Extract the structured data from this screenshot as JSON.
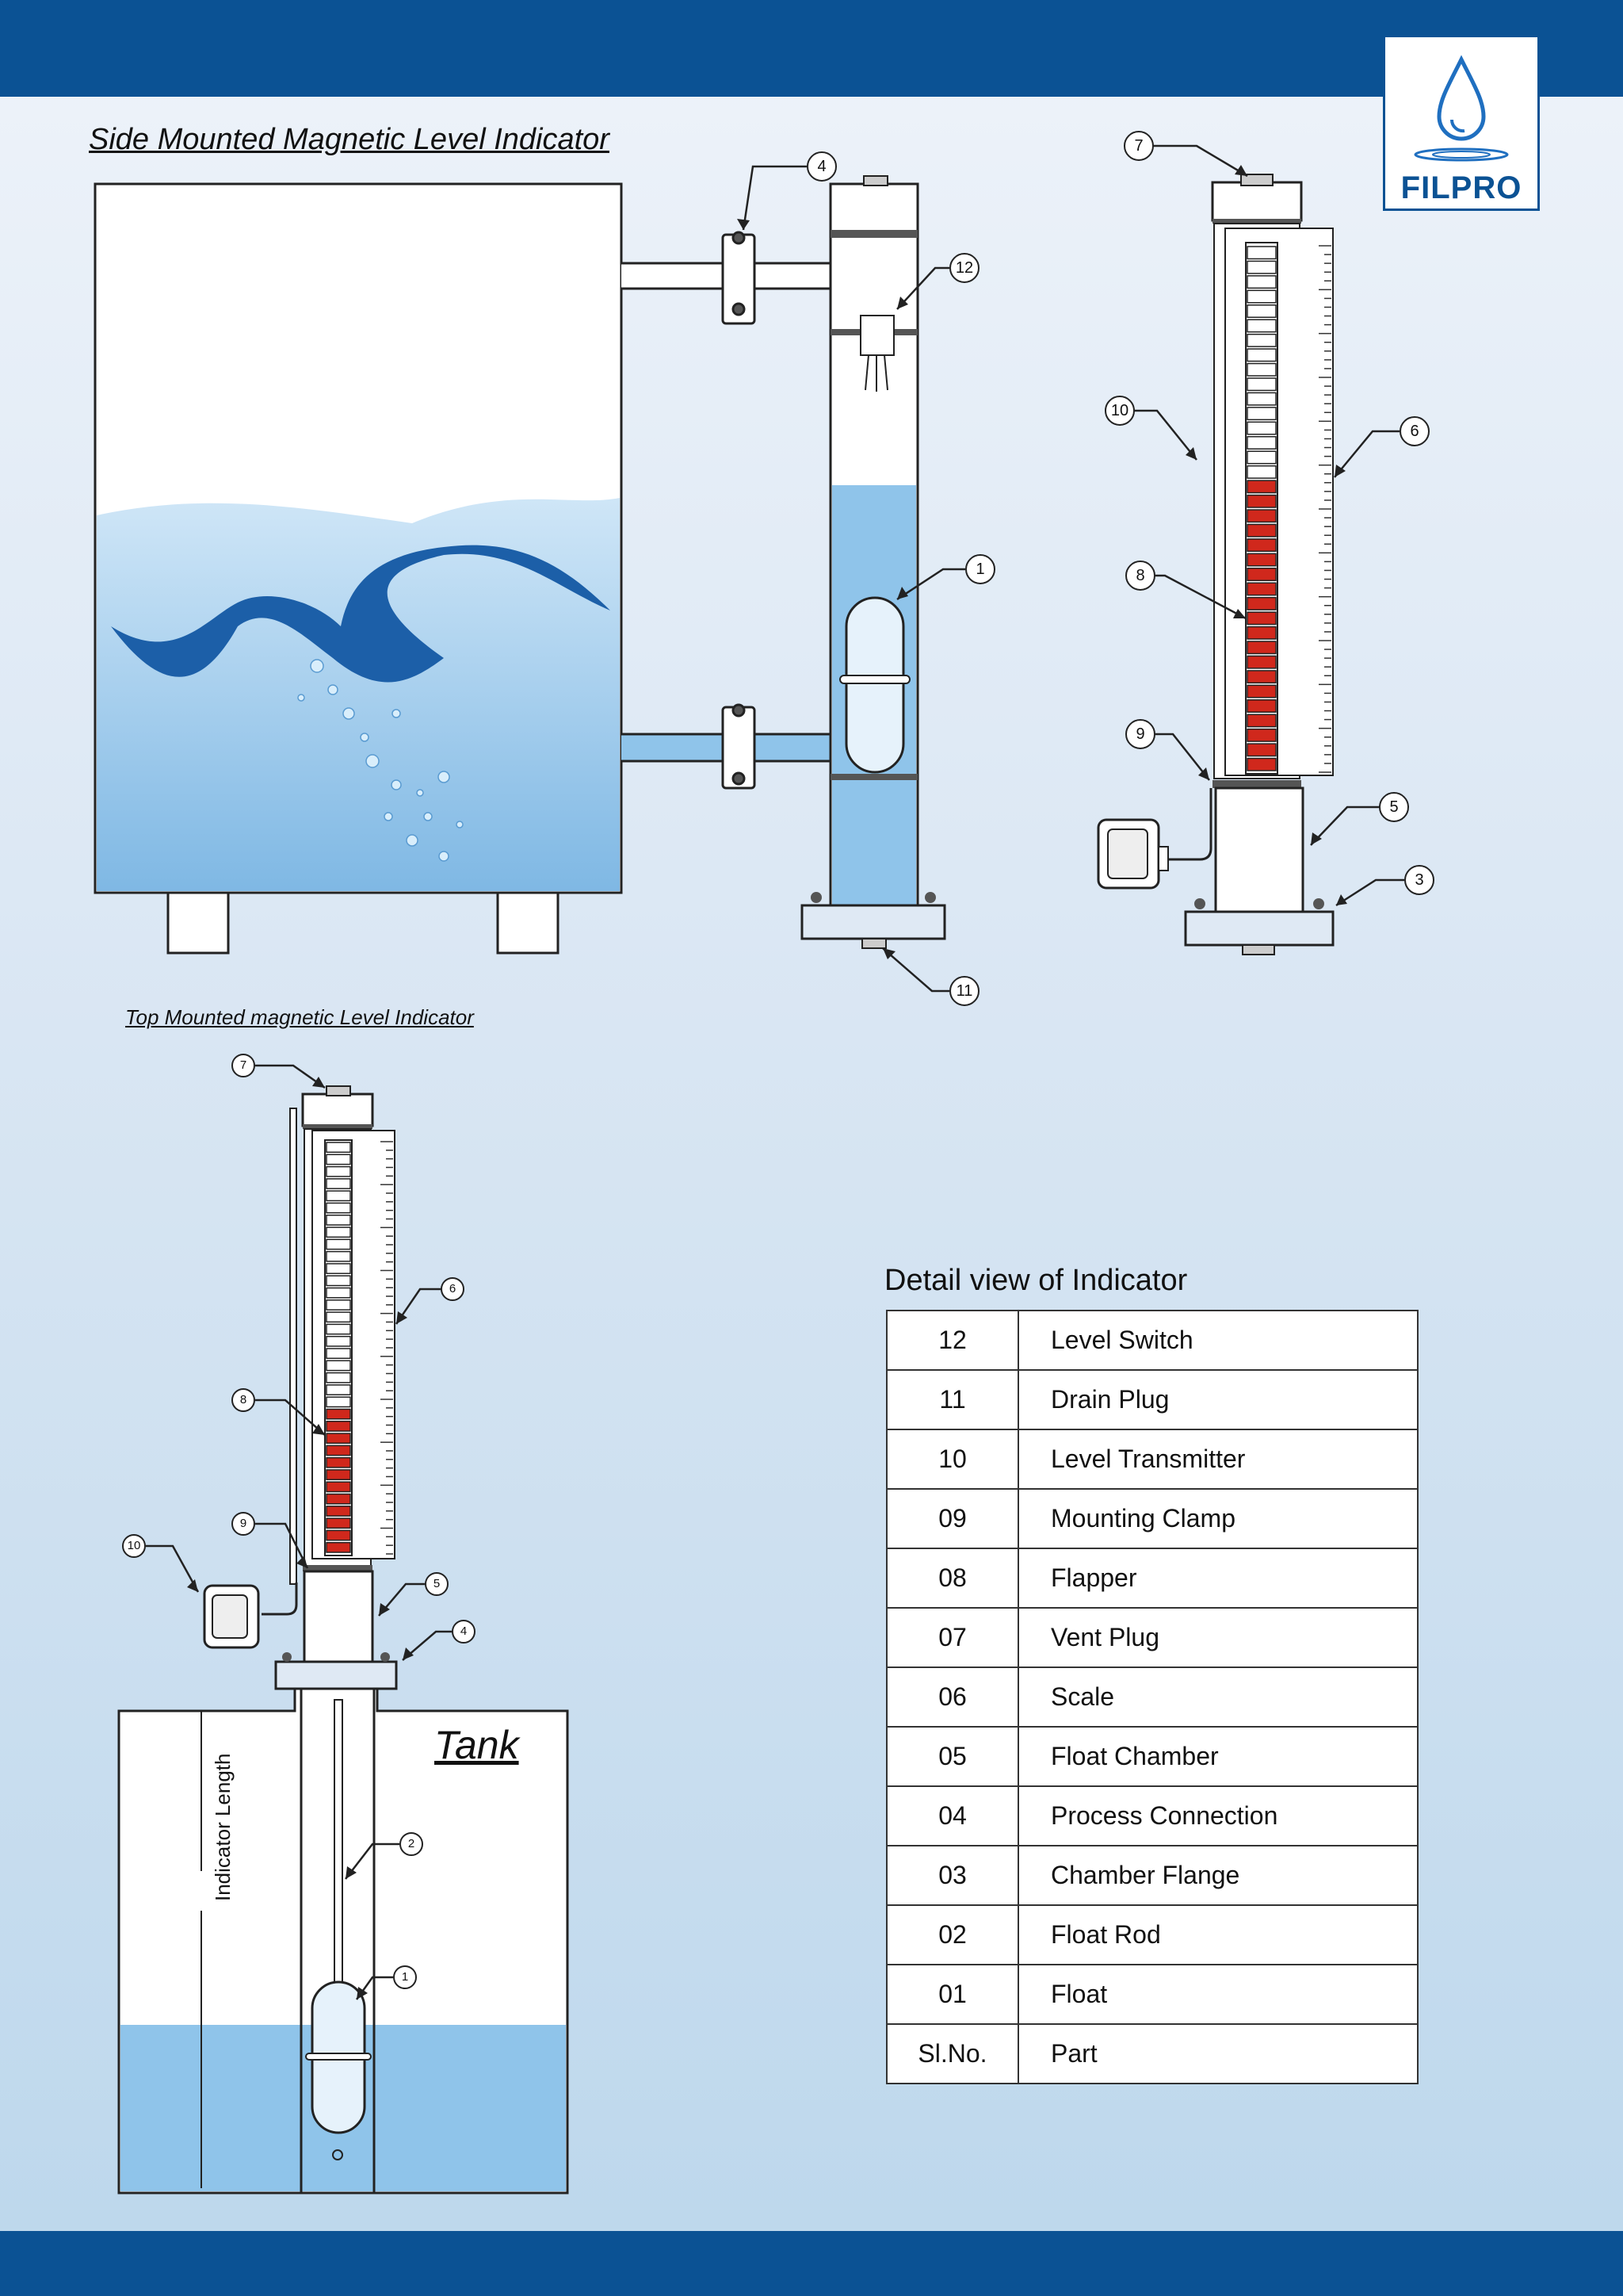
{
  "brand": {
    "logo_text": "FILPRO"
  },
  "titles": {
    "side_mounted": "Side Mounted Magnetic Level Indicator",
    "top_mounted": "Top Mounted magnetic Level Indicator"
  },
  "labels": {
    "tank": "Tank",
    "indicator_length": "Indicator Length"
  },
  "callouts": {
    "side_view": [
      "4",
      "12",
      "1",
      "11"
    ],
    "right_view": [
      "7",
      "10",
      "6",
      "8",
      "9",
      "5",
      "3"
    ],
    "top_view": [
      "7",
      "6",
      "8",
      "9",
      "10",
      "5",
      "4",
      "2",
      "1"
    ]
  },
  "table": {
    "title": "Detail view of Indicator",
    "rows": [
      {
        "no": "12",
        "part": "Level Switch"
      },
      {
        "no": "11",
        "part": "Drain Plug"
      },
      {
        "no": "10",
        "part": "Level Transmitter"
      },
      {
        "no": "09",
        "part": "Mounting Clamp"
      },
      {
        "no": "08",
        "part": "Flapper"
      },
      {
        "no": "07",
        "part": "Vent Plug"
      },
      {
        "no": "06",
        "part": "Scale"
      },
      {
        "no": "05",
        "part": "Float Chamber"
      },
      {
        "no": "04",
        "part": "Process Connection"
      },
      {
        "no": "03",
        "part": "Chamber Flange"
      },
      {
        "no": "02",
        "part": "Float Rod"
      },
      {
        "no": "01",
        "part": "Float"
      }
    ],
    "header": {
      "no": "Sl.No.",
      "part": "Part"
    }
  },
  "colors": {
    "band": "#0b5294",
    "water": "#8fc4ea",
    "flapper_red": "#d0281c"
  }
}
